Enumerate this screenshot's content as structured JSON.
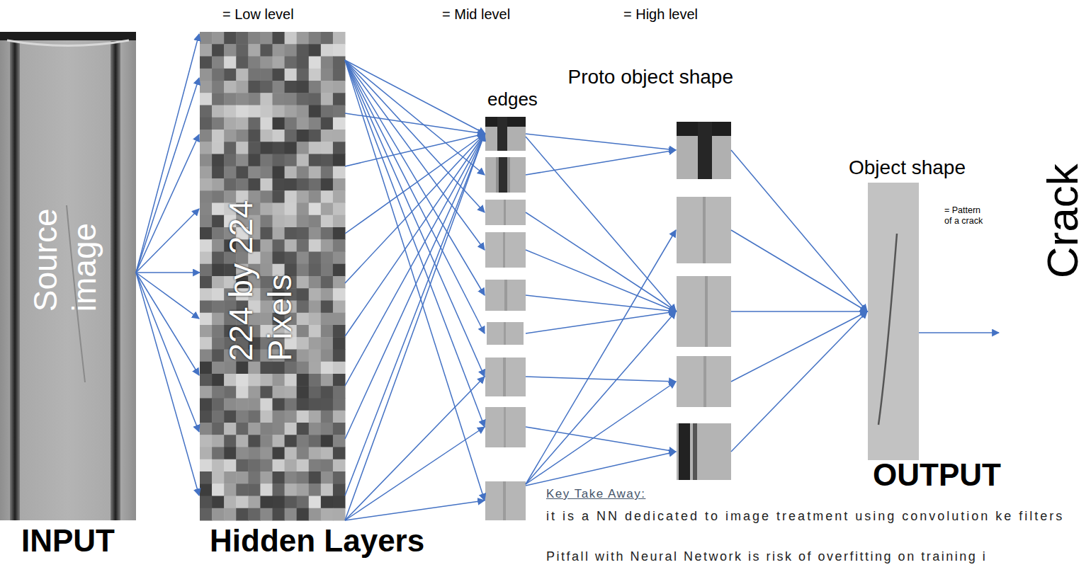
{
  "diagram": {
    "nodes": [
      {
        "text": [
          "Source image"
        ]
      },
      {
        "text": [
          "224 by 224 Pixels"
        ]
      },
      {
        "text": [
          "edges"
        ]
      },
      {
        "text": [
          "Proto object shape"
        ]
      },
      {
        "text": [
          "Object shape",
          "= Pattern of a crack"
        ]
      }
    ],
    "edges": [
      {
        "from": 0,
        "to": 1,
        "arrow": "to"
      },
      {
        "from": 1,
        "to": 2,
        "arrow": "to"
      },
      {
        "from": 2,
        "to": 3,
        "arrow": "to"
      },
      {
        "from": 3,
        "to": 4,
        "arrow": "to"
      }
    ],
    "labels": [
      "= Low level",
      "= Mid level",
      "= High level",
      "INPUT",
      "Hidden Layers",
      "OUTPUT",
      "Crack",
      "Key Take Away:",
      "it is a NN dedicated to image treatment using convolution ke filters",
      "Pitfall with Neural Network is risk of overfitting on training i"
    ]
  }
}
